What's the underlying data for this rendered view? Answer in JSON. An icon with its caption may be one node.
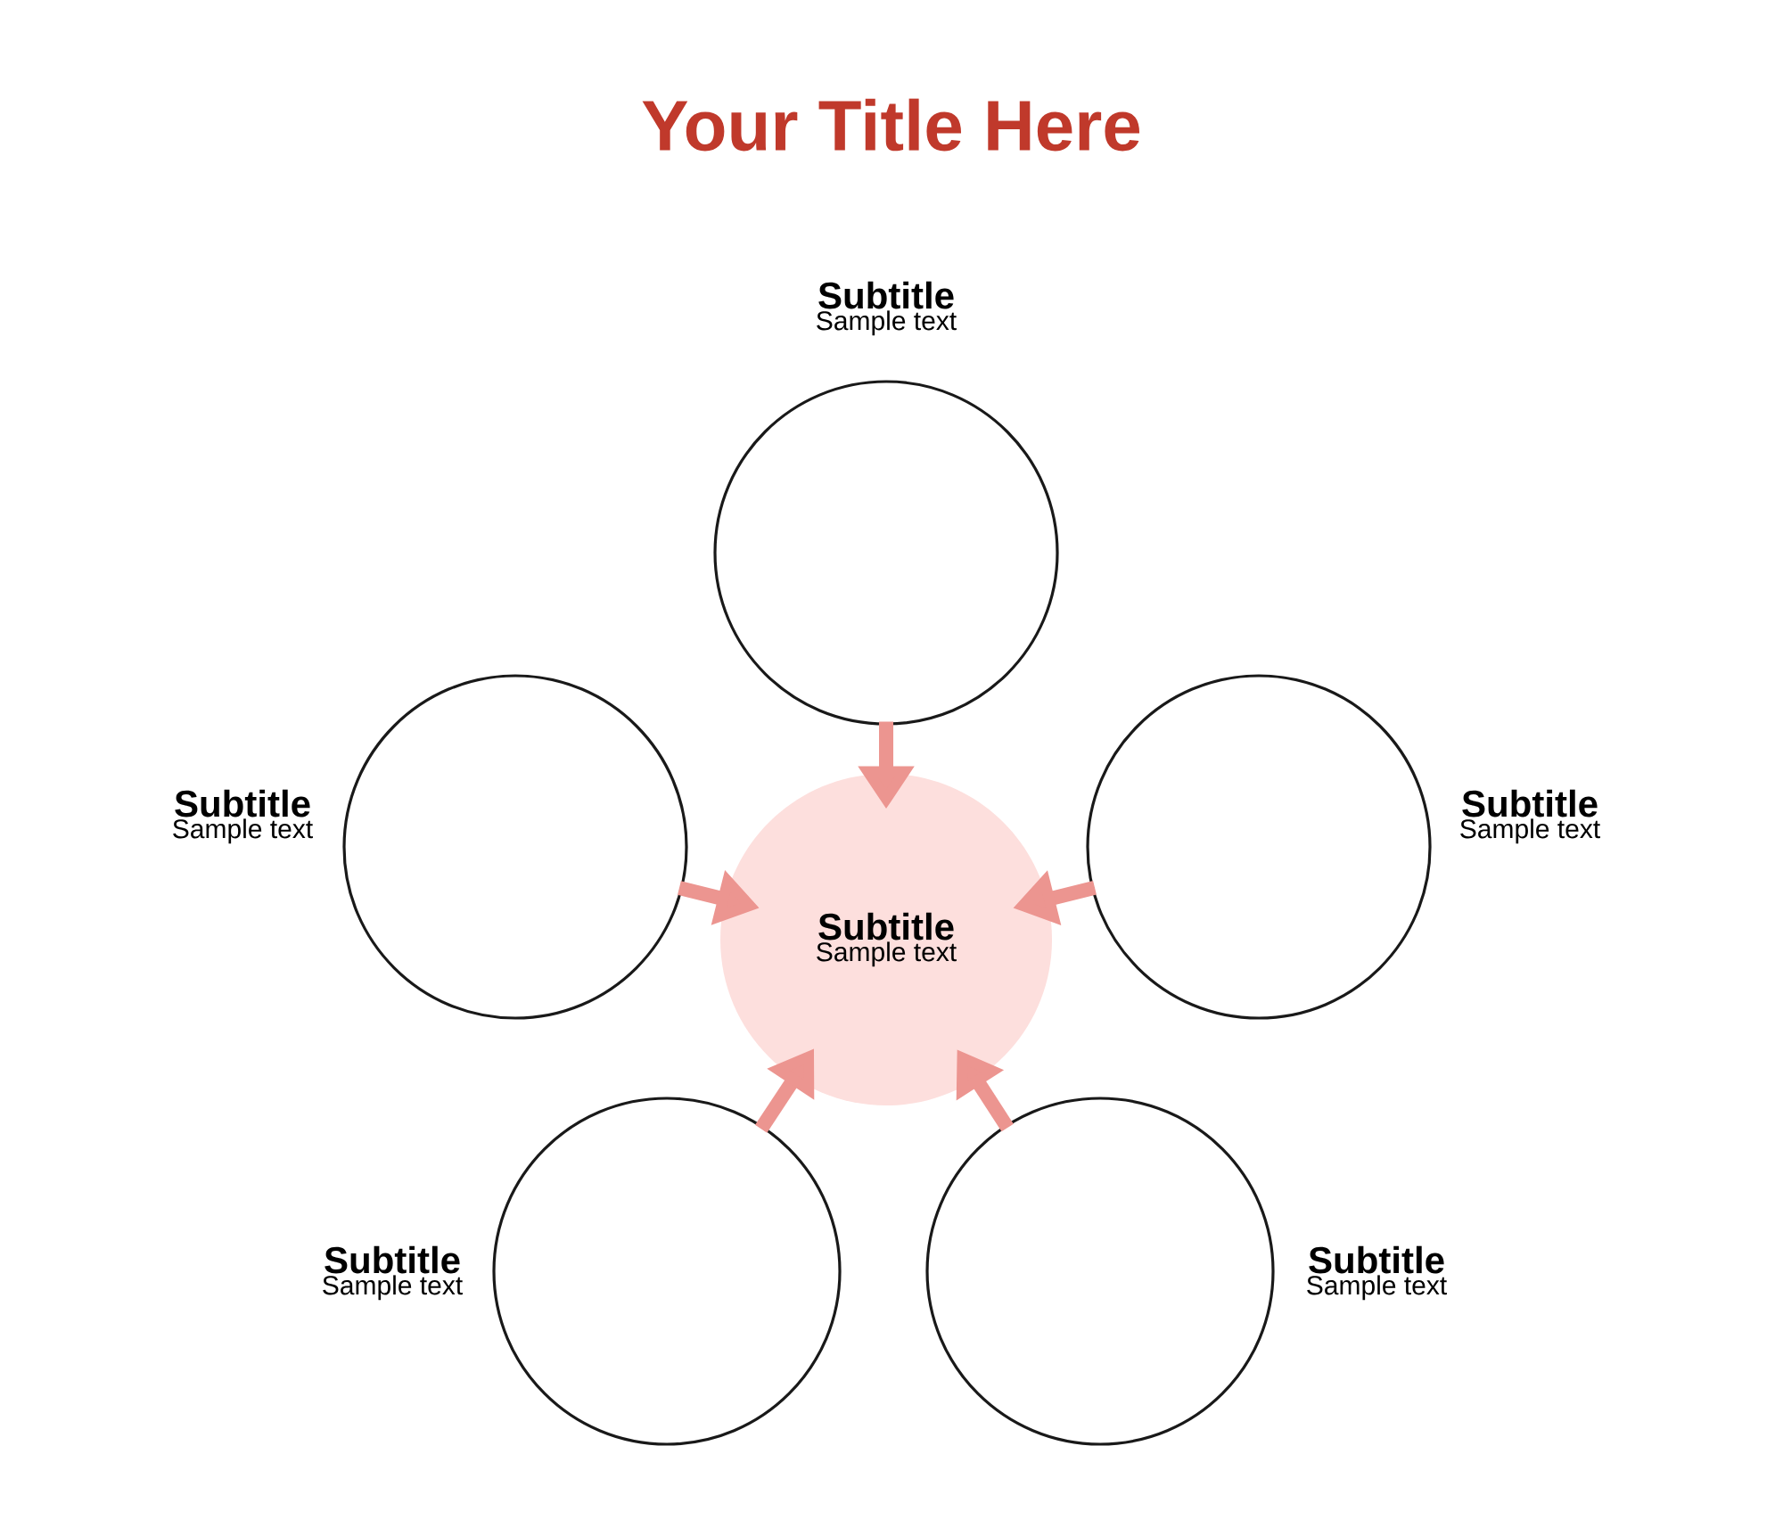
{
  "diagram": {
    "title": "Your Title Here",
    "nodes": [
      {
        "text": [
          "Subtitle",
          "Sample text"
        ]
      },
      {
        "text": [
          "Subtitle",
          "Sample text"
        ]
      },
      {
        "text": [
          "Subtitle",
          "Sample text"
        ]
      },
      {
        "text": [
          "Subtitle",
          "Sample text"
        ]
      },
      {
        "text": [
          "Subtitle",
          "Sample text"
        ]
      },
      {
        "text": [
          "Subtitle",
          "Sample text"
        ]
      }
    ],
    "edges": [
      {
        "from": 0,
        "to": 2,
        "arrow": "to",
        "color": "#ec9590"
      },
      {
        "from": 1,
        "to": 2,
        "arrow": "to",
        "color": "#ec9590"
      },
      {
        "from": 3,
        "to": 2,
        "arrow": "to",
        "color": "#ec9590"
      },
      {
        "from": 4,
        "to": 2,
        "arrow": "to",
        "color": "#ec9590"
      },
      {
        "from": 5,
        "to": 2,
        "arrow": "to",
        "color": "#ec9590"
      }
    ]
  }
}
